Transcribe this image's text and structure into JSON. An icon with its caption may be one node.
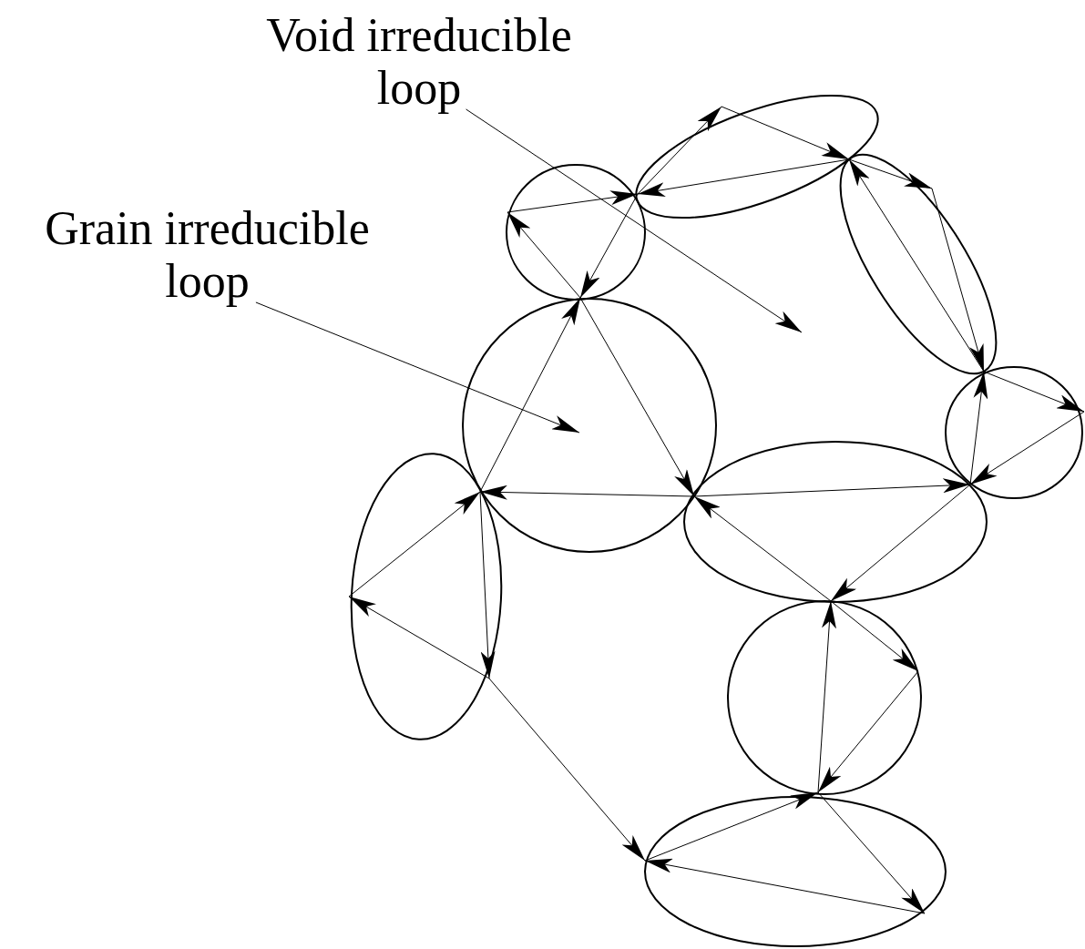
{
  "diagram": {
    "nodes": [
      {
        "text": [
          "Void irreducible loop"
        ]
      },
      {
        "text": [
          "Grain irreducible loop"
        ]
      }
    ],
    "edges": [
      {
        "from": 0,
        "to": null,
        "arrow": "to"
      },
      {
        "from": 1,
        "to": null,
        "arrow": "to"
      }
    ]
  }
}
